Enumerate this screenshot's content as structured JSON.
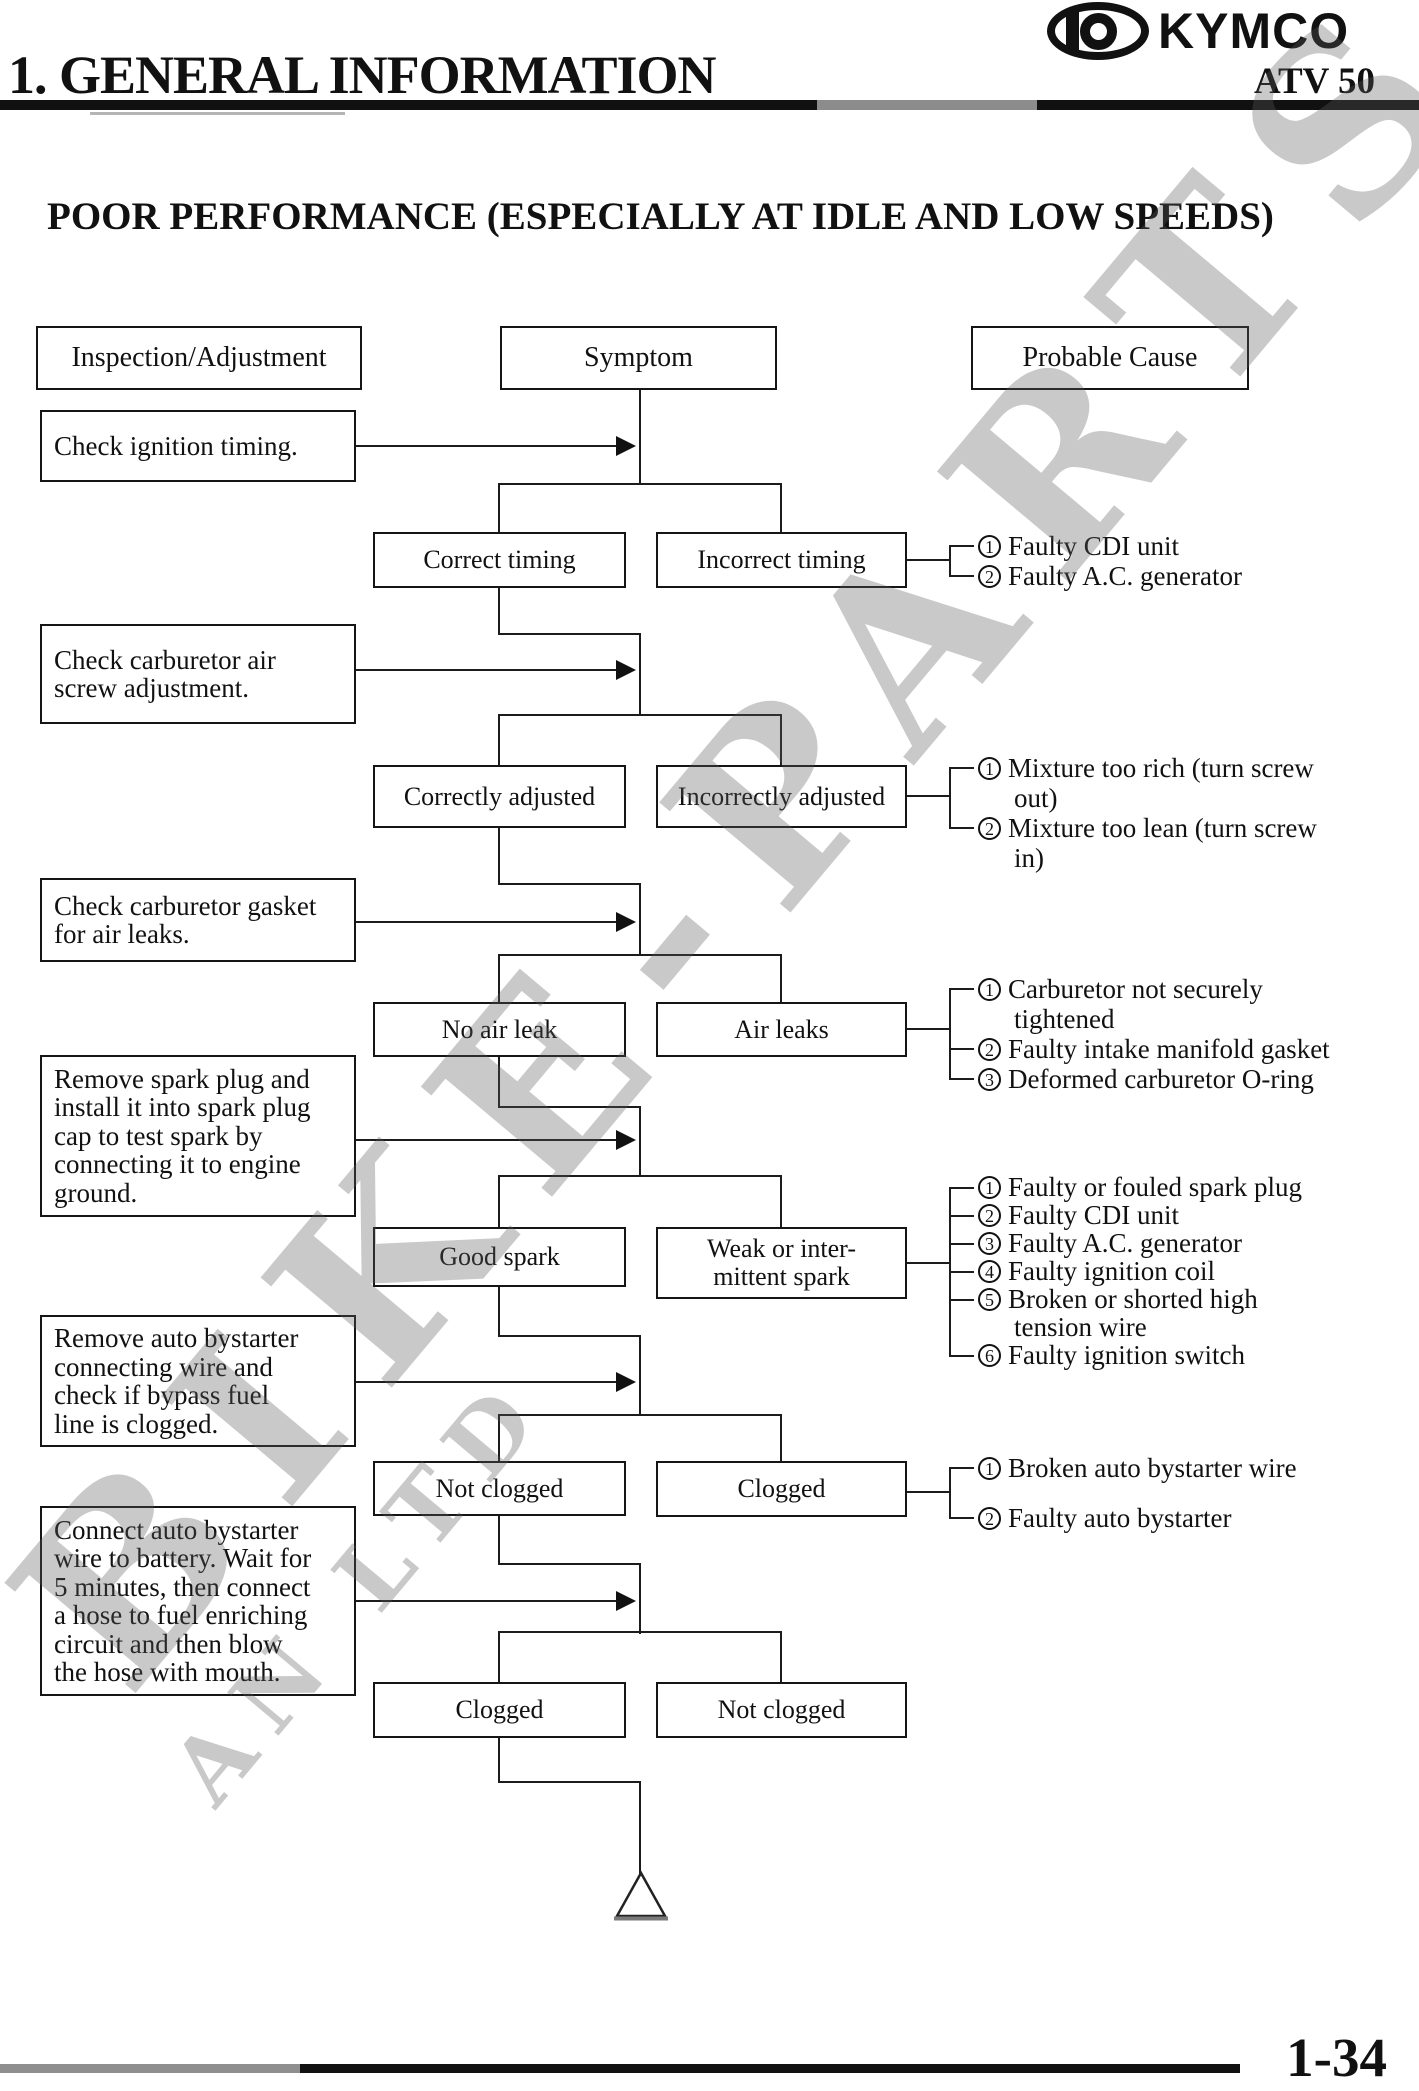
{
  "header": {
    "chapter_title": "1. GENERAL INFORMATION",
    "brand": "KYMCO",
    "model": "ATV 50"
  },
  "title": "POOR PERFORMANCE (ESPECIALLY AT IDLE AND LOW SPEEDS)",
  "columns": {
    "inspection": "Inspection/Adjustment",
    "symptom": "Symptom",
    "cause": "Probable Cause"
  },
  "sections": [
    {
      "inspection": "Check ignition timing.",
      "left": "Correct timing",
      "right": "Incorrect timing",
      "causes": [
        {
          "num": "1",
          "text": "Faulty CDI unit"
        },
        {
          "num": "2",
          "text": "Faulty A.C. generator"
        }
      ]
    },
    {
      "inspection": "Check carburetor air\nscrew adjustment.",
      "left": "Correctly adjusted",
      "right": "Incorrectly adjusted",
      "causes": [
        {
          "num": "1",
          "text": "Mixture too rich (turn screw\nout)"
        },
        {
          "num": "2",
          "text": "Mixture too lean (turn screw\nin)"
        }
      ]
    },
    {
      "inspection": "Check carburetor gasket\nfor air leaks.",
      "left": "No air leak",
      "right": "Air leaks",
      "causes": [
        {
          "num": "1",
          "text": "Carburetor not securely\ntightened"
        },
        {
          "num": "2",
          "text": "Faulty intake manifold gasket"
        },
        {
          "num": "3",
          "text": "Deformed carburetor O-ring"
        }
      ]
    },
    {
      "inspection": "Remove spark plug and\ninstall it into spark plug\ncap to test spark by\nconnecting it to engine\nground.",
      "left": "Good spark",
      "right": "Weak or inter-\nmittent spark",
      "causes": [
        {
          "num": "1",
          "text": "Faulty or fouled spark plug"
        },
        {
          "num": "2",
          "text": "Faulty CDI unit"
        },
        {
          "num": "3",
          "text": "Faulty A.C. generator"
        },
        {
          "num": "4",
          "text": "Faulty ignition coil"
        },
        {
          "num": "5",
          "text": "Broken or shorted high\ntension wire"
        },
        {
          "num": "6",
          "text": "Faulty ignition switch"
        }
      ]
    },
    {
      "inspection": "Remove auto bystarter\nconnecting wire and\ncheck if bypass fuel\nline is clogged.",
      "left": "Not clogged",
      "right": "Clogged",
      "causes": [
        {
          "num": "1",
          "text": "Broken auto bystarter wire"
        },
        {
          "num": "2",
          "text": "Faulty auto bystarter"
        }
      ]
    },
    {
      "inspection": "Connect auto bystarter\nwire to battery. Wait for\n5 minutes, then connect\na hose to fuel enriching\ncircuit and then blow\nthe hose with mouth.",
      "left": "Clogged",
      "right": "Not clogged",
      "causes": []
    }
  ],
  "watermark": {
    "main": "BIKE-PARTS",
    "secondary": "AN LTD"
  },
  "footer": {
    "page_number": "1-34"
  }
}
